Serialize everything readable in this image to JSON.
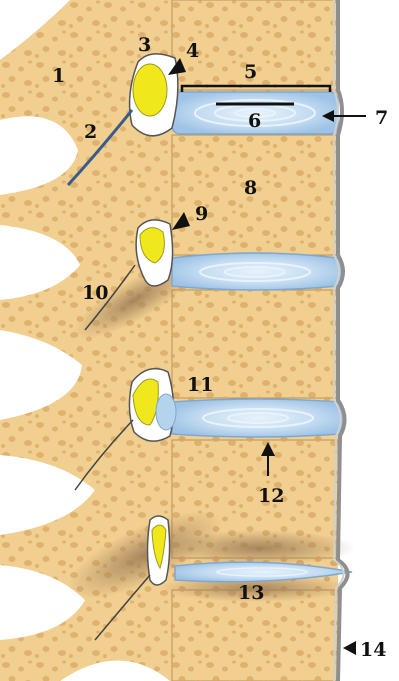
{
  "colors": {
    "bone": "#f1cf90",
    "bone_edge": "#b8935a",
    "pore": "#d9a964",
    "disc": "#b4d4ee",
    "disc_ring": "#e8f3fc",
    "disc_edge": "#7fa8cf",
    "nerve": "#f0e81a",
    "foramen": "#ffffff",
    "ligament": "#444444",
    "dura": "#9a9a9a",
    "degeneration": "#9c7a55",
    "background": "#ffffff"
  },
  "labels": [
    {
      "id": "l1",
      "text": "1"
    },
    {
      "id": "l2",
      "text": "2"
    },
    {
      "id": "l3",
      "text": "3"
    },
    {
      "id": "l4",
      "text": "4"
    },
    {
      "id": "l5",
      "text": "5"
    },
    {
      "id": "l6",
      "text": "6"
    },
    {
      "id": "l7",
      "text": "7"
    },
    {
      "id": "l8",
      "text": "8"
    },
    {
      "id": "l9",
      "text": "9"
    },
    {
      "id": "l10",
      "text": "10"
    },
    {
      "id": "l11",
      "text": "11"
    },
    {
      "id": "l12",
      "text": "12"
    },
    {
      "id": "l13",
      "text": "13"
    },
    {
      "id": "l14",
      "text": "14"
    }
  ]
}
